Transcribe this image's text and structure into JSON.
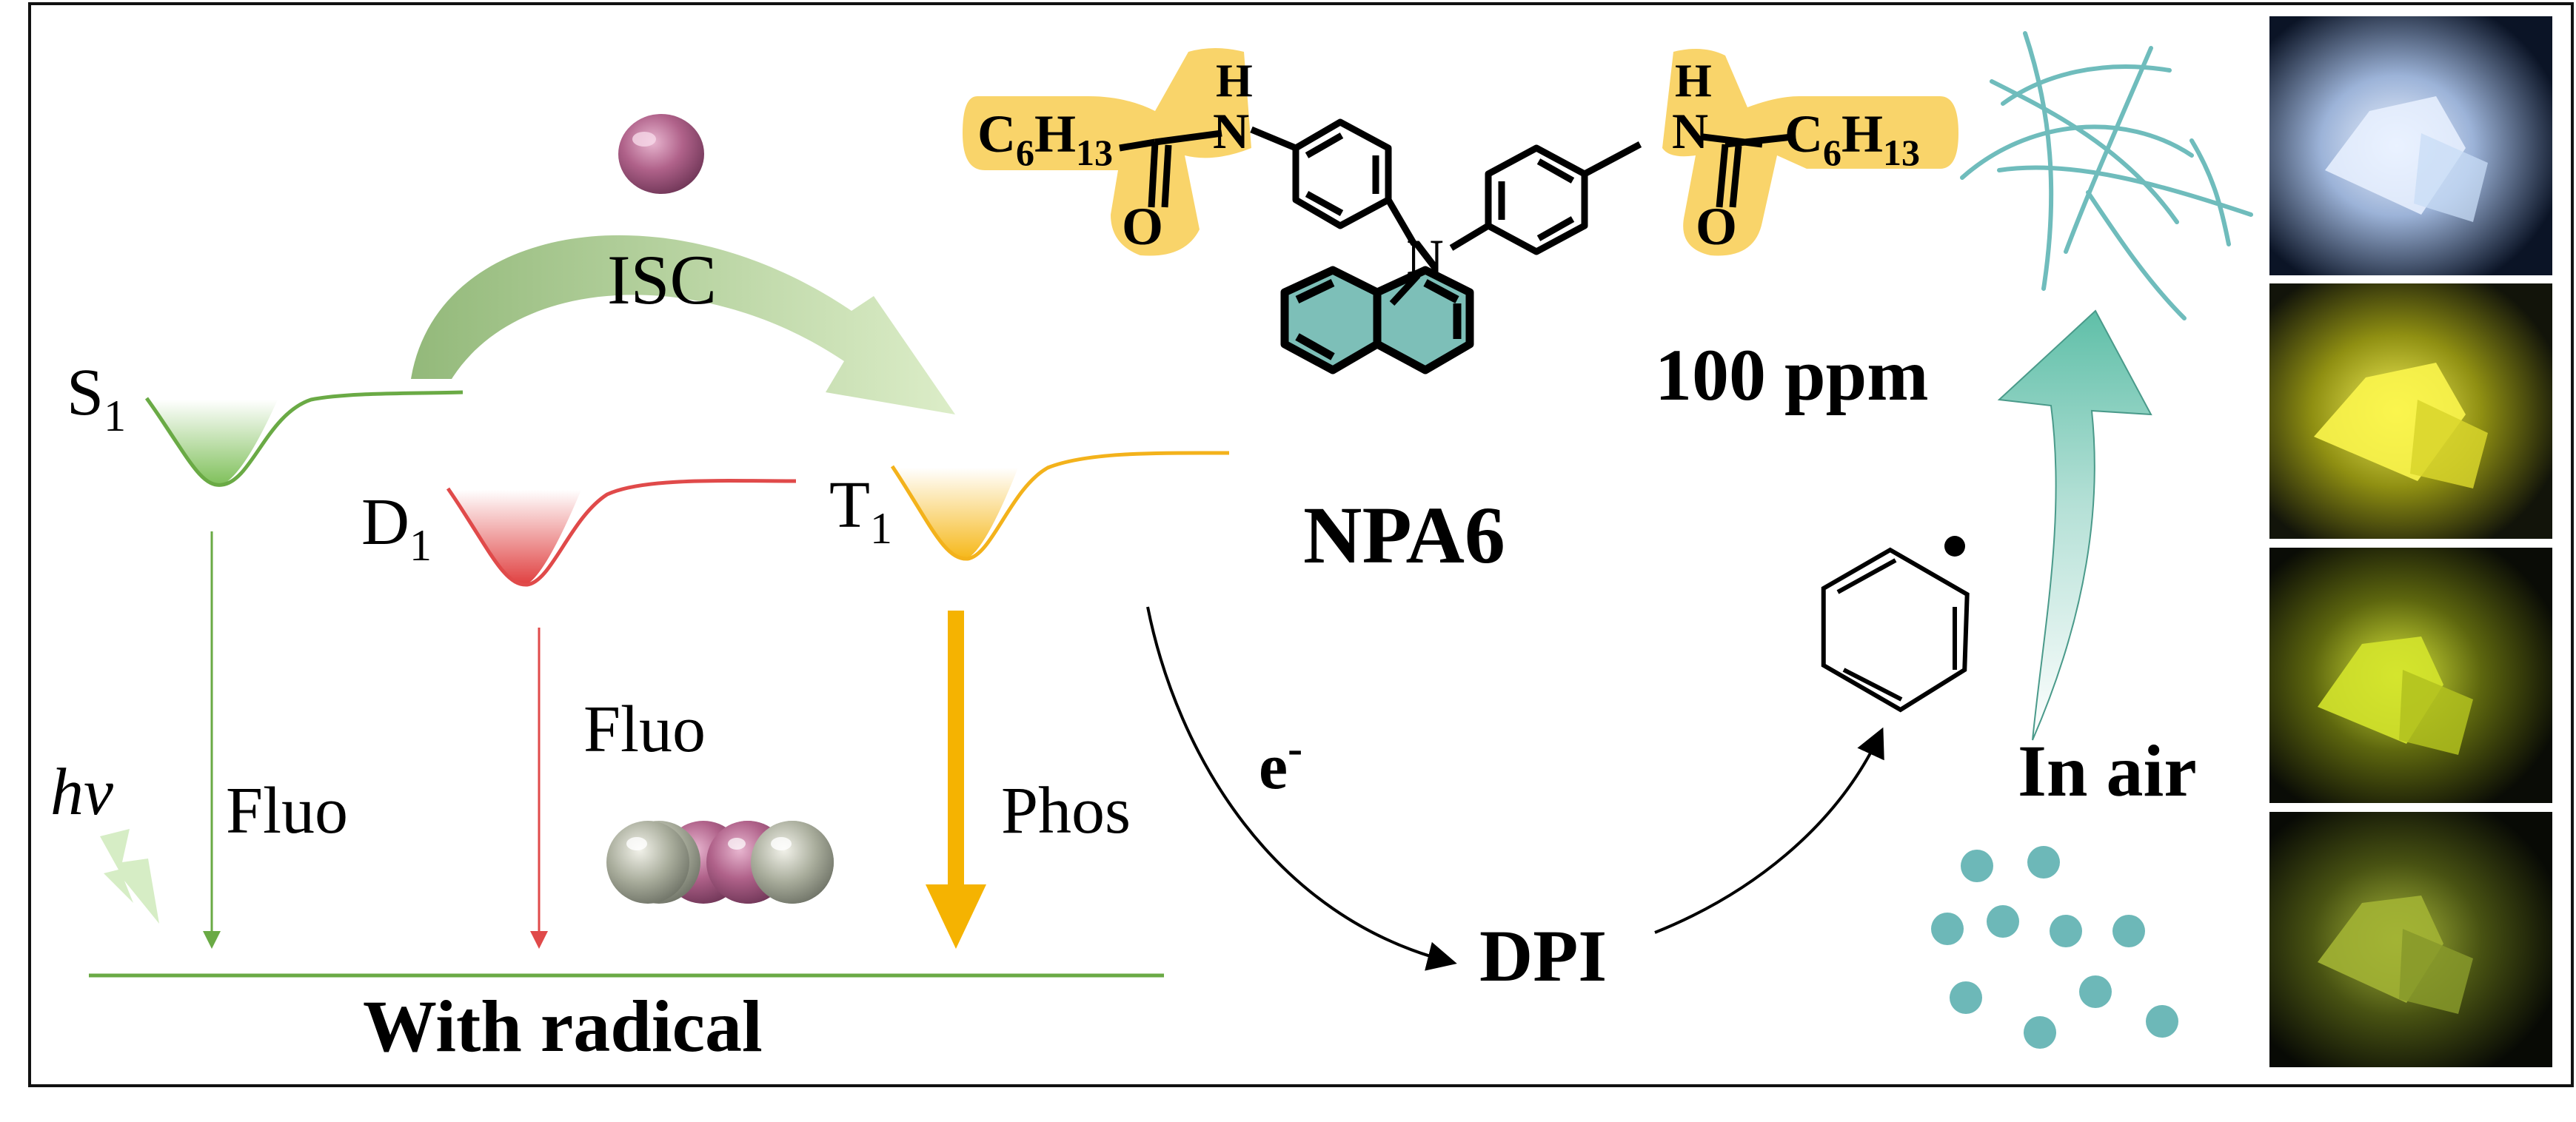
{
  "labels": {
    "s1": "S",
    "s1_sub": "1",
    "d1": "D",
    "d1_sub": "1",
    "t1": "T",
    "t1_sub": "1",
    "isc": "ISC",
    "hv": "hv",
    "fluo_left": "Fluo",
    "fluo_mid": "Fluo",
    "phos": "Phos",
    "with_radical": "With radical",
    "e_minus": "e",
    "e_minus_sup": "-",
    "dpi": "DPI",
    "npa6": "NPA6",
    "ppm": "100 ppm",
    "in_air": "In air"
  },
  "molecule": {
    "h_left": "H",
    "n_left": "N",
    "c6h13_left_c": "C",
    "c6h13_left_6": "6",
    "c6h13_left_h": "H",
    "c6h13_left_13": "13",
    "o_left": "O",
    "n_center": "N",
    "h_right": "H",
    "n_right": "N",
    "c6h13_right_c": "C",
    "c6h13_right_6": "6",
    "c6h13_right_h": "H",
    "c6h13_right_13": "13",
    "o_right": "O"
  },
  "colors": {
    "s1_green": "#6aaa45",
    "d1_red": "#e04a4a",
    "t1_yellow": "#f3b21b",
    "phos_orange": "#f5b301",
    "highlight_yellow": "#f9d46a",
    "naphthyl_teal": "#7dbfb8",
    "fiber_teal": "#6fbcbc",
    "dot_teal": "#6db8b8",
    "radical_pink": "#b0628a"
  }
}
